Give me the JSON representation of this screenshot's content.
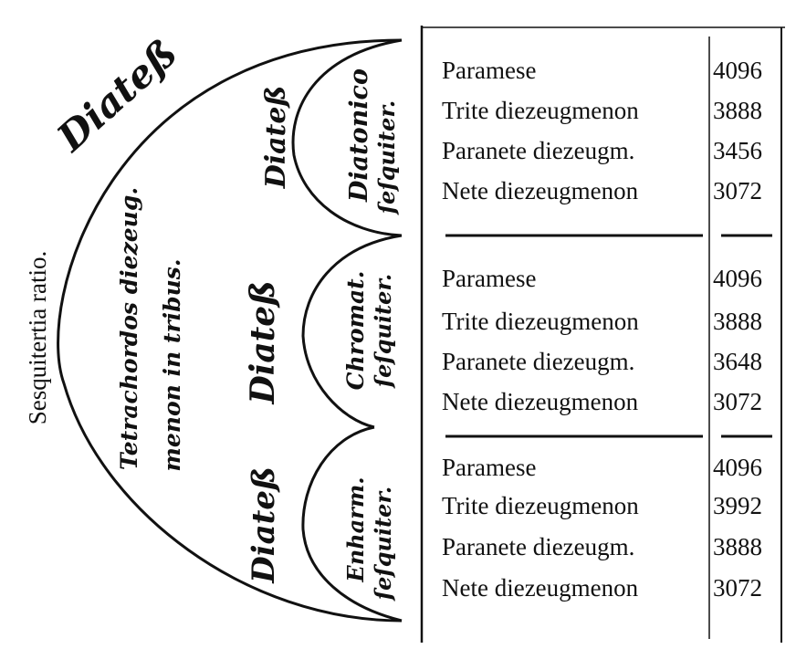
{
  "diagram": {
    "outer_label": "Sesquitertia ratio.",
    "outer_arc_label": "Diateß",
    "tetrachord_line1": "Tetrachordos diezeug.",
    "tetrachord_line2": "menon in tribus.",
    "genera": [
      {
        "diatess_label": "Diateß",
        "genus_line1": "Diatonico",
        "genus_line2": "ſeſquiter.",
        "rows": [
          {
            "name": "Paramese",
            "value": "4096"
          },
          {
            "name": "Trite diezeugmenon",
            "value": "3888"
          },
          {
            "name": "Paranete diezeugm.",
            "value": "3456"
          },
          {
            "name": "Nete diezeugmenon",
            "value": "3072"
          }
        ]
      },
      {
        "diatess_label": "Diateß",
        "genus_line1": "Chromat.",
        "genus_line2": "ſeſquiter.",
        "rows": [
          {
            "name": "Paramese",
            "value": "4096"
          },
          {
            "name": "Trite diezeugmenon",
            "value": "3888"
          },
          {
            "name": "Paranete diezeugm.",
            "value": "3648"
          },
          {
            "name": "Nete diezeugmenon",
            "value": "3072"
          }
        ]
      },
      {
        "diatess_label": "Diateß",
        "genus_line1": "Enharm.",
        "genus_line2": "ſeſquiter.",
        "rows": [
          {
            "name": "Paramese",
            "value": "4096"
          },
          {
            "name": "Trite diezeugmenon",
            "value": "3992"
          },
          {
            "name": "Paranete diezeugm.",
            "value": "3888"
          },
          {
            "name": "Nete diezeugmenon",
            "value": "3072"
          }
        ]
      }
    ]
  }
}
